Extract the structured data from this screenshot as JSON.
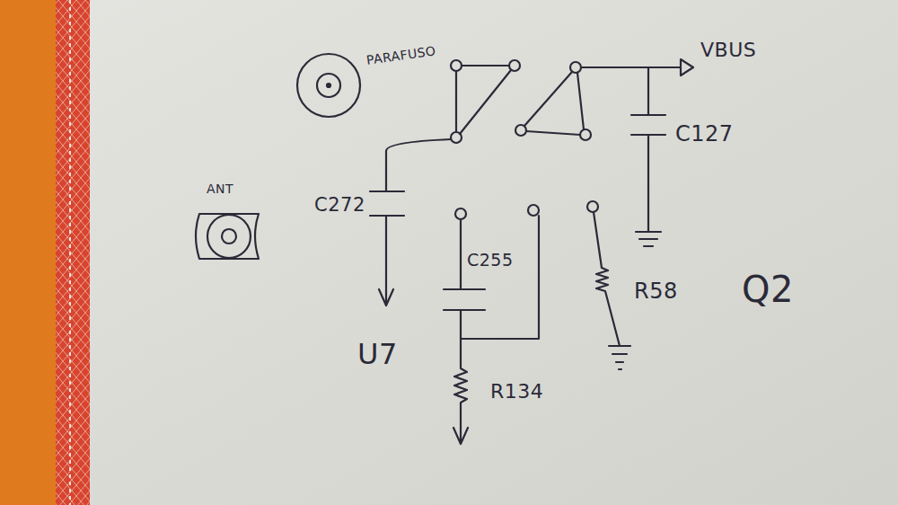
{
  "diagram": {
    "labels": [
      "PARAFUSO",
      "VBUS",
      "C127",
      "ANT",
      "C272",
      "C255",
      "R58",
      "Q2",
      "U7",
      "R134"
    ]
  }
}
